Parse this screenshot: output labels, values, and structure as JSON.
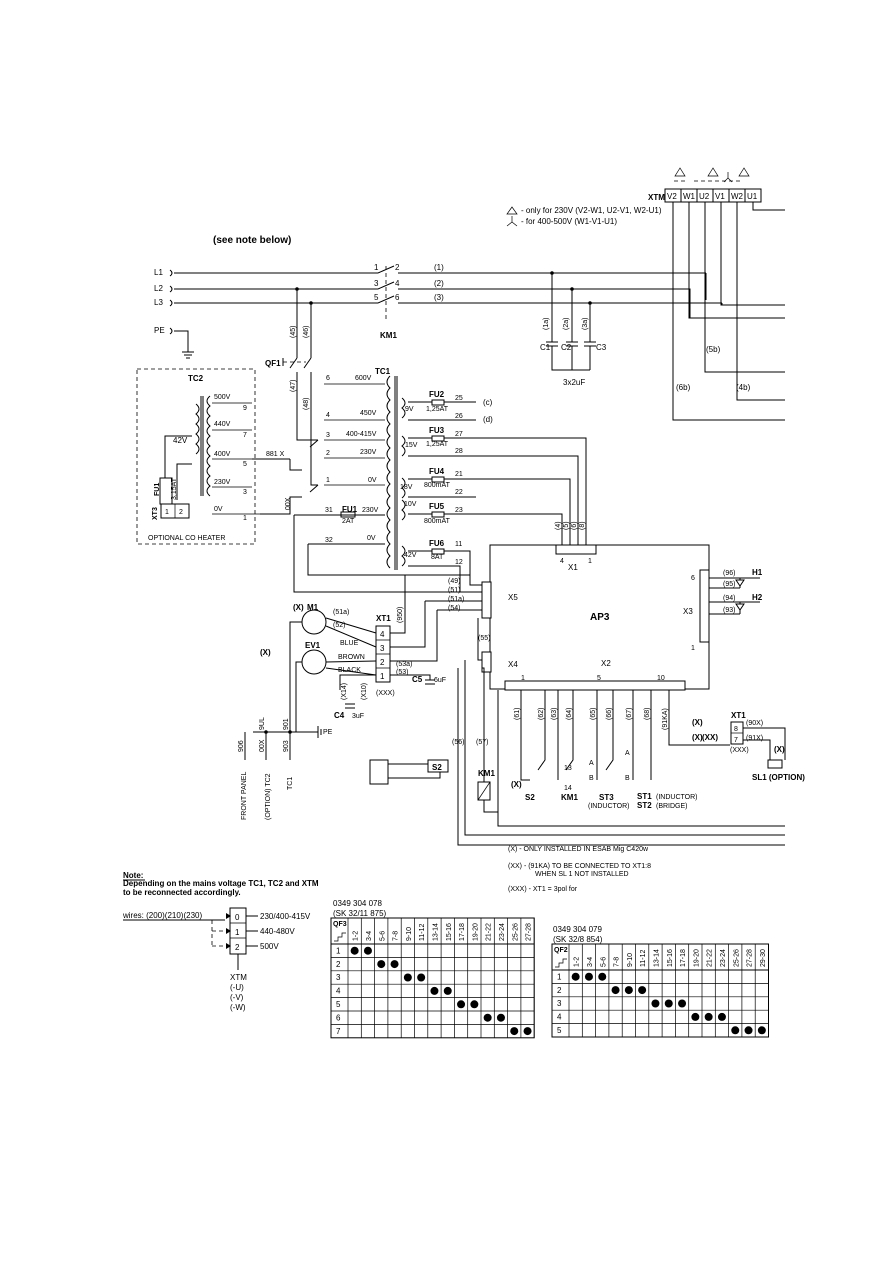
{
  "header": {
    "see_note": "(see note below)",
    "delta_note": "- only for 230V (V2-W1, U2-V1, W2-U1)",
    "star_note": "- for 400-500V (W1-V1-U1)",
    "xtm_label": "XTM",
    "xtm_terminals": [
      "V2",
      "W1",
      "U2",
      "V1",
      "W2",
      "U1"
    ]
  },
  "mains": {
    "lines": [
      "L1",
      "L2",
      "L3",
      "PE"
    ],
    "wires": [
      "(1)",
      "(2)",
      "(3)"
    ],
    "contactor": "KM1",
    "contacts": [
      "1",
      "2",
      "3",
      "4",
      "5",
      "6"
    ],
    "caps": [
      "C1",
      "C2",
      "C3"
    ],
    "cap_wires": [
      "(1a)",
      "(2a)",
      "(3a)"
    ],
    "cap_value": "3x2uF",
    "extra_wires": [
      "(5b)",
      "(6b)",
      "(4b)"
    ]
  },
  "tc2": {
    "label": "TC2",
    "taps": [
      "500V",
      "440V",
      "400V",
      "230V",
      "0V"
    ],
    "tap_numbers": [
      "9",
      "7",
      "5",
      "3",
      "1"
    ],
    "out": "42V",
    "fuse": "FU1",
    "fuse_value": "3,15AT",
    "xt3": "XT3",
    "xt3_pins": [
      "1",
      "2"
    ],
    "caption": "OPTIONAL CO HEATER",
    "wire_881": "881 X",
    "wire_0": "00X"
  },
  "tc1": {
    "label": "TC1",
    "qf1": "QF1",
    "qf_wires": [
      "(45)",
      "(46)",
      "(47)",
      "(48)"
    ],
    "taps": [
      "600V",
      "450V",
      "400-415V",
      "230V",
      "0V"
    ],
    "tap_numbers": [
      "6",
      "4",
      "3",
      "2",
      "1"
    ],
    "secondaries": [
      "9V",
      "15V",
      "18V",
      "10V",
      "230V",
      "0V",
      "42V"
    ],
    "fu1": "FU1",
    "fu1_value": "2AT",
    "fu1_pins": [
      "31",
      "32"
    ],
    "fuses": [
      {
        "name": "FU2",
        "value": "1,25AT",
        "pins": [
          "25",
          "26"
        ],
        "dest": [
          "(c)",
          "(d)"
        ]
      },
      {
        "name": "FU3",
        "value": "1,25AT",
        "pins": [
          "27",
          "28"
        ]
      },
      {
        "name": "FU4",
        "value": "800mAT",
        "pins": [
          "21",
          "22"
        ]
      },
      {
        "name": "FU5",
        "value": "800mAT",
        "pins": [
          "23"
        ]
      },
      {
        "name": "FU6",
        "value": "8AT",
        "pins": [
          "11",
          "12"
        ]
      }
    ]
  },
  "motor": {
    "m1": "M1",
    "ev1": "EV1",
    "xt1": "XT1",
    "xt1_pins": [
      "4",
      "3",
      "2",
      "1"
    ],
    "colors": [
      "BLUE",
      "BROWN",
      "BLACK"
    ],
    "wires": [
      "(51a)",
      "(52)",
      "(53a)",
      "(53)",
      "(950)"
    ],
    "x_mark": "(X)",
    "xxx": "(XXX)",
    "c4": "C4",
    "c4_value": "3uF",
    "c4_wires": [
      "(X14)",
      "(X10)"
    ],
    "c5": "C5",
    "c5_value": "6uF"
  },
  "ap3": {
    "label": "AP3",
    "x1": "X1",
    "x1_pins": [
      "4",
      "1"
    ],
    "x1_wires": [
      "(4)",
      "(5)",
      "(6)",
      "(8)"
    ],
    "x2": "X2",
    "x2_pins": [
      "1",
      "5",
      "10"
    ],
    "x2_wires": [
      "(61)",
      "(62)",
      "(63)",
      "(64)",
      "(65)",
      "(66)",
      "(67)",
      "(68)",
      "(91KA)"
    ],
    "x3": "X3",
    "x3_pins": [
      "6",
      "1"
    ],
    "x4": "X4",
    "x5": "X5",
    "x5_wires": [
      "(49)",
      "(51)",
      "(51a)",
      "(54)",
      "(55)"
    ],
    "h1": "H1",
    "h2": "H2",
    "h_wires": [
      "(96)",
      "(95)",
      "(94)",
      "(93)"
    ]
  },
  "bottom": {
    "wires": [
      "(56)",
      "(57)",
      "903",
      "901",
      "9UL",
      "00X",
      "906"
    ],
    "labels": [
      "FRONT PANEL",
      "(OPTION) TC2",
      "TC1"
    ],
    "pe": "PE",
    "s2": "S2",
    "km1": "KM1",
    "km1_pins": [
      "13",
      "14"
    ],
    "st3": "ST3",
    "st3_note": "(INDUCTOR)",
    "st1": "ST1",
    "st1_note": "(INDUCTOR)",
    "st2": "ST2",
    "st2_note": "(BRIDGE)",
    "st_letters": [
      "A",
      "B",
      "A",
      "B"
    ],
    "xt1_right": "XT1",
    "xt1_right_pins": [
      "8",
      "7"
    ],
    "xt1_right_wires": [
      "(90X)",
      "(91X)"
    ],
    "sl1": "SL1 (OPTION)",
    "x_marks": [
      "(X)",
      "(XX)",
      "(XXX)"
    ]
  },
  "footnotes": [
    "(X) - ONLY INSTALLED IN ESAB Mig C420w",
    "(XX) - (91KA) TO BE CONNECTED TO XT1:8",
    "WHEN SL 1 NOT INSTALLED",
    "(XXX) - XT1 = 3pol for"
  ],
  "note": {
    "title": "Note:",
    "text1": "Depending on the mains voltage TC1, TC2 and XTM",
    "text2": "to be reconnected accordingly.",
    "wires": "wires: (200)(210)(230)",
    "terminals": [
      {
        "pin": "0",
        "voltage": "230/400-415V"
      },
      {
        "pin": "1",
        "voltage": "440-480V"
      },
      {
        "pin": "2",
        "voltage": "500V"
      }
    ],
    "xtm": "XTM",
    "xtm_sub": [
      "(-U)",
      "(-V)",
      "(-W)"
    ]
  },
  "qf3": {
    "part": "0349 304 078",
    "ref": "(SK 32/11 875)",
    "label": "QF3",
    "cols": [
      "1-2",
      "3-4",
      "5-6",
      "7-8",
      "9-10",
      "11-12",
      "13-14",
      "15-16",
      "17-18",
      "19-20",
      "21-22",
      "23-24",
      "25-26",
      "27-28"
    ],
    "rows": [
      "1",
      "2",
      "3",
      "4",
      "5",
      "6",
      "7"
    ],
    "dots": [
      [
        0,
        0
      ],
      [
        0,
        1
      ],
      [
        1,
        2
      ],
      [
        1,
        3
      ],
      [
        2,
        4
      ],
      [
        2,
        5
      ],
      [
        3,
        6
      ],
      [
        3,
        7
      ],
      [
        4,
        8
      ],
      [
        4,
        9
      ],
      [
        5,
        10
      ],
      [
        5,
        11
      ],
      [
        6,
        12
      ],
      [
        6,
        13
      ]
    ]
  },
  "qf2": {
    "part": "0349 304 079",
    "ref": "(SK 32/8 854)",
    "label": "QF2",
    "cols": [
      "1-2",
      "3-4",
      "5-6",
      "7-8",
      "9-10",
      "11-12",
      "13-14",
      "15-16",
      "17-18",
      "19-20",
      "21-22",
      "23-24",
      "25-26",
      "27-28",
      "29-30"
    ],
    "rows": [
      "1",
      "2",
      "3",
      "4",
      "5"
    ],
    "dots": [
      [
        0,
        0
      ],
      [
        0,
        1
      ],
      [
        0,
        2
      ],
      [
        1,
        3
      ],
      [
        1,
        4
      ],
      [
        1,
        5
      ],
      [
        2,
        6
      ],
      [
        2,
        7
      ],
      [
        2,
        8
      ],
      [
        3,
        9
      ],
      [
        3,
        10
      ],
      [
        3,
        11
      ],
      [
        4,
        12
      ],
      [
        4,
        13
      ],
      [
        4,
        14
      ]
    ]
  }
}
